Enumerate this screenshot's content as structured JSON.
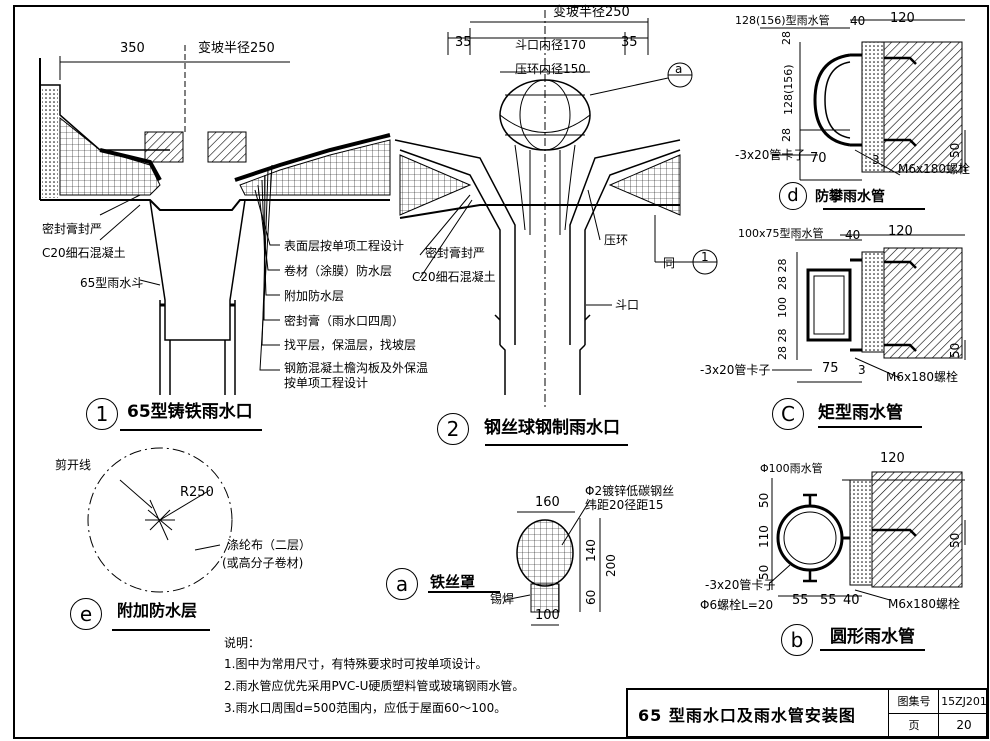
{
  "dims": {
    "d1_350": "350",
    "d1_r250": "变坡半径250",
    "d2_r250": "变坡半径250",
    "d2_35a": "35",
    "d2_170": "斗口内径170",
    "d2_35b": "35",
    "d2_150": "压环内径150",
    "dd_pipe": "128(156)型雨水管",
    "dd_40": "40",
    "dd_120": "120",
    "dd_28": "28",
    "dd_128": "128(156)",
    "dd_28b": "28",
    "dd_50": "50",
    "dd_70": "70",
    "dd_3": "3",
    "dc_pipe": "100x75型雨水管",
    "dc_40": "40",
    "dc_120": "120",
    "dc_2828a": "28 28",
    "dc_100": "100",
    "dc_2828b": "28 28",
    "dc_50": "50",
    "dc_75": "75",
    "dc_3": "3",
    "db_pipe": "Φ100雨水管",
    "db_120": "120",
    "db_50a": "50",
    "db_110": "110",
    "db_50b": "50",
    "db_50c": "50",
    "db_55a": "55",
    "db_55b": "55",
    "db_40": "40",
    "da_160": "160",
    "da_140": "140",
    "da_200": "200",
    "da_60": "60",
    "da_100": "100",
    "de_r250": "R250"
  },
  "labels": {
    "l1_seal": "密封膏封严",
    "l1_c20": "C20细石混凝土",
    "l1_drain": "65型雨水斗",
    "legend_1": "表面层按单项工程设计",
    "legend_2": "卷材（涂膜）防水层",
    "legend_3": "附加防水层",
    "legend_4": "密封膏（雨水口四周）",
    "legend_5": "找平层，保温层，找坡层",
    "legend_6a": "钢筋混凝土檐沟板及外保温",
    "legend_6b": "按单项工程设计",
    "l2_seal": "密封膏封严",
    "l2_c20": "C20细石混凝土",
    "l2_ring": "压环",
    "l2_same": "同",
    "l2_mouth": "斗口",
    "ld_clip": "-3x20管卡子",
    "ld_bolt": "M6x180螺栓",
    "lc_clip": "-3x20管卡子",
    "lc_bolt": "M6x180螺栓",
    "lb_clip": "-3x20管卡子",
    "lb_bolt6": "Φ6螺栓L=20",
    "lb_bolt": "M6x180螺栓",
    "la_wire1": "Φ2镀锌低碳钢丝",
    "la_wire2": "纬距20径距15",
    "la_weld": "锡焊",
    "le_cut": "剪开线",
    "le_cloth1": "涤纶布（二层）",
    "le_cloth2": "(或高分子卷材)"
  },
  "titles": {
    "n1": "1",
    "t1": "65型铸铁雨水口",
    "n2": "2",
    "t2": "钢丝球钢制雨水口",
    "nd": "d",
    "td": "防攀雨水管",
    "nc": "C",
    "tc": "矩型雨水管",
    "nb": "b",
    "tb": "圆形雨水管",
    "na": "a",
    "ta": "铁丝罩",
    "ne": "e",
    "te": "附加防水层",
    "ref_a": "a",
    "ref_1": "1"
  },
  "notes": {
    "head": "说明：",
    "n1": "1.图中为常用尺寸，有特殊要求时可按单项设计。",
    "n2": "2.雨水管应优先采用PVC-U硬质塑料管或玻璃钢雨水管。",
    "n3": "3.雨水口周围d=500范围内，应低于屋面60～100。"
  },
  "title_block": {
    "title": "65 型雨水口及雨水管安装图",
    "atlas_label": "图集号",
    "atlas_no": "15ZJ201",
    "page_label": "页",
    "page_no": "20"
  }
}
